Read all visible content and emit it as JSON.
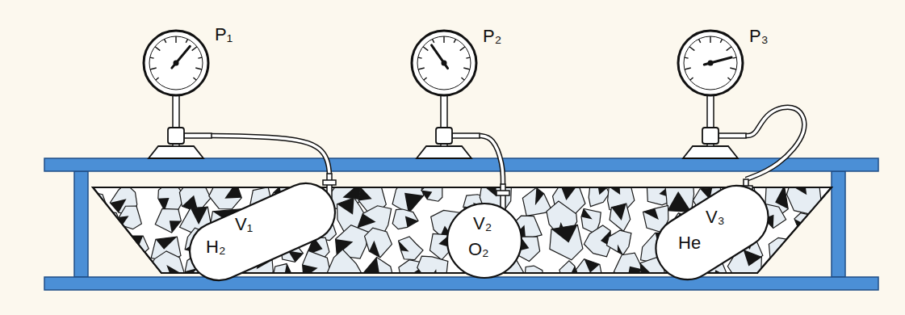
{
  "diagram": {
    "nodes": [
      {
        "text": [
          "P₁"
        ]
      },
      {
        "text": [
          "P₂"
        ]
      },
      {
        "text": [
          "P₃"
        ]
      },
      {
        "text": [
          "V₁",
          "H₂"
        ]
      },
      {
        "text": [
          "V₂",
          "O₂"
        ]
      },
      {
        "text": [
          "V₃",
          "He"
        ]
      }
    ],
    "edges": [
      {
        "from": 3,
        "to": 0,
        "arrow": "none"
      },
      {
        "from": 4,
        "to": 1,
        "arrow": "none"
      },
      {
        "from": 5,
        "to": 2,
        "arrow": "none"
      }
    ]
  }
}
